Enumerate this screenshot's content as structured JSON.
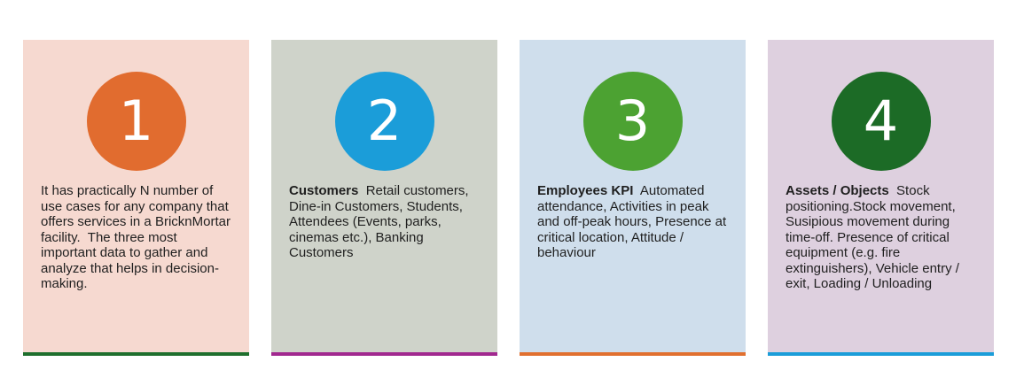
{
  "cards": [
    {
      "number": "1",
      "label": "",
      "body": "It has practically N number of use cases for any company that offers services in a BricknMortar facility.  The three most important data to gather and analyze that helps in decision-making.",
      "bg_color": "#f6d9d0",
      "circle_color": "#e16c2f",
      "accent_color": "#1e6f2d"
    },
    {
      "number": "2",
      "label": "Customers",
      "body": "  Retail customers, Dine-in Customers, Students, Attendees (Events, parks, cinemas etc.), Banking Customers",
      "bg_color": "#cfd3ca",
      "circle_color": "#1b9dd9",
      "accent_color": "#a1288f"
    },
    {
      "number": "3",
      "label": "Employees KPI",
      "body": "  Automated attendance, Activities in peak and off-peak hours, Presence at critical location, Attitude / behaviour",
      "bg_color": "#cfdeec",
      "circle_color": "#4ca232",
      "accent_color": "#e1702f"
    },
    {
      "number": "4",
      "label": "Assets / Objects",
      "body": "  Stock positioning.Stock movement, Susipious movement during time-off. Presence of critical equipment (e.g. fire extinguishers), Vehicle entry / exit, Loading / Unloading",
      "bg_color": "#ded0df",
      "circle_color": "#1c6b26",
      "accent_color": "#1b9dd9"
    }
  ]
}
